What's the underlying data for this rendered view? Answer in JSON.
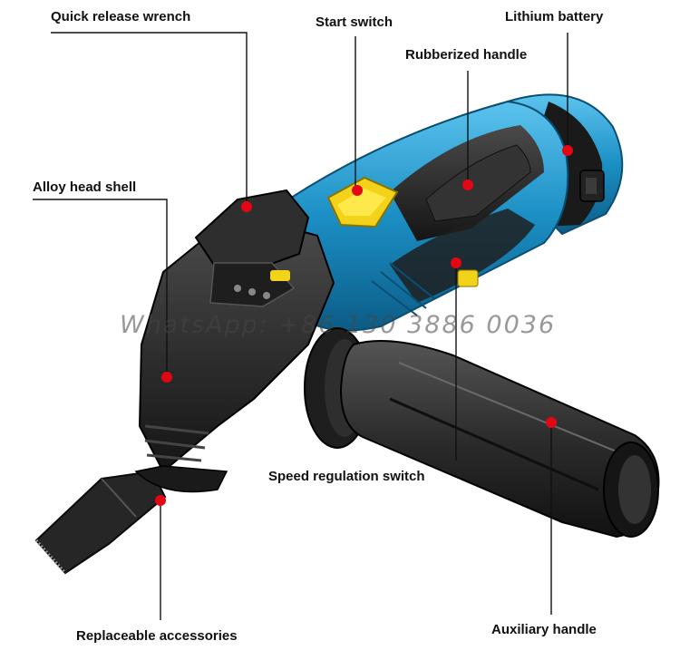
{
  "labels": {
    "quick_release_wrench": "Quick release wrench",
    "start_switch": "Start switch",
    "lithium_battery": "Lithium battery",
    "rubberized_handle": "Rubberized handle",
    "alloy_head_shell": "Alloy head shell",
    "speed_regulation_switch": "Speed regulation switch",
    "replaceable_accessories": "Replaceable accessories",
    "auxiliary_handle": "Auxiliary handle"
  },
  "watermark": "WhatsApp: +86 130 3886 0036",
  "colors": {
    "body_blue": "#1b8fc4",
    "rubber_black": "#2a2a2a",
    "switch_yellow": "#f3d21a",
    "marker_red": "#e30613",
    "leader_line": "#111111"
  }
}
